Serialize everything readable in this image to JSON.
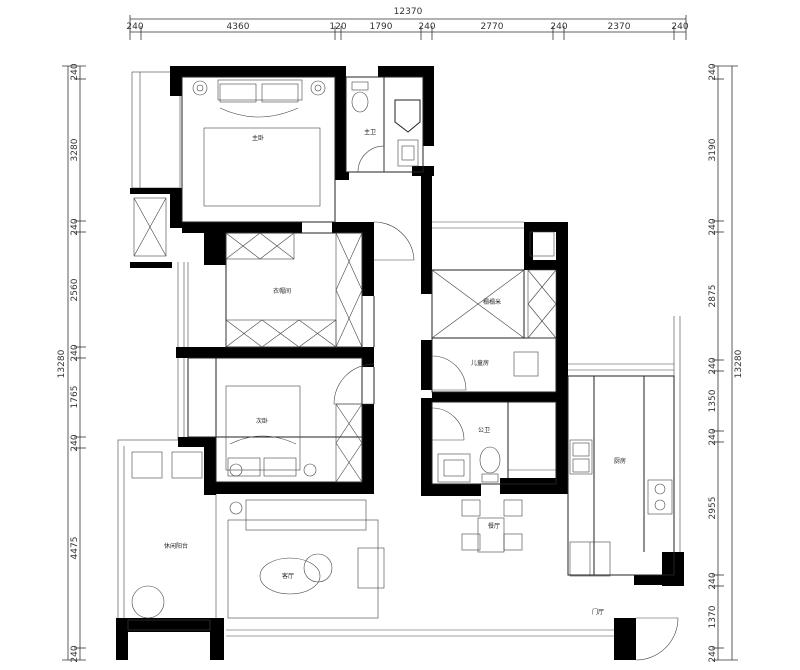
{
  "dimensions": {
    "top_total": "12370",
    "top_segments": [
      "240",
      "4360",
      "120",
      "1790",
      "240",
      "2770",
      "240",
      "2370",
      "240"
    ],
    "left_total": "13280",
    "left_segments": [
      "240",
      "3280",
      "240",
      "2560",
      "240",
      "1765",
      "240",
      "4475",
      "240"
    ],
    "right_total": "13280",
    "right_segments": [
      "240",
      "3190",
      "240",
      "2875",
      "240",
      "1350",
      "240",
      "2955",
      "240",
      "1370",
      "240"
    ]
  },
  "rooms": {
    "master_bedroom": "主卧",
    "master_bath": "主卫",
    "walkin_closet": "衣帽间",
    "second_bedroom": "次卧",
    "kids_room": "儿童房",
    "tatami": "榻榻米",
    "public_bath": "公卫",
    "kitchen": "厨房",
    "dining": "餐厅",
    "living_room": "客厅",
    "leisure_balcony": "休闲阳台",
    "entrance": "门厅"
  }
}
